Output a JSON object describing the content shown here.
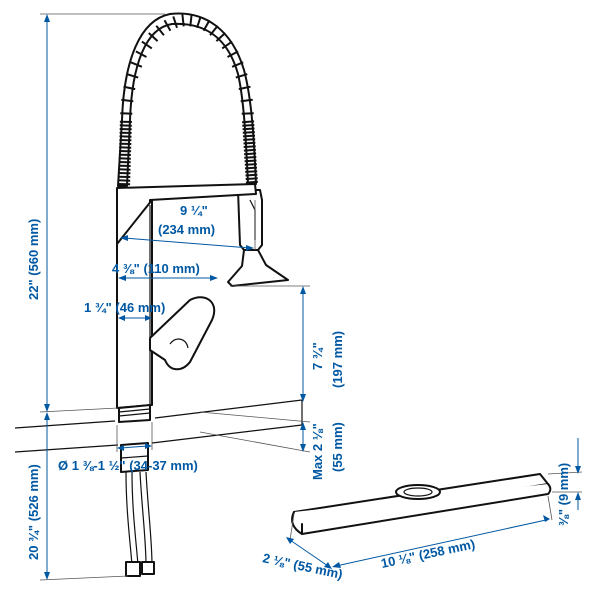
{
  "dimensions": {
    "total_height": "22\" (560 mm)",
    "reach_top": "9 ¼\"",
    "reach_top_mm": "(234 mm)",
    "spout_offset": "4 ⅜\" (110 mm)",
    "handle_offset": "1 ¾\" (46 mm)",
    "spout_clearance": "7 ¾\"",
    "spout_clearance_mm": "(197 mm)",
    "max_deck": "Max 2 ⅛\"",
    "max_deck_mm": "(55 mm)",
    "hole_diameter": "Ø 1 ⅜-1 ½\" (34-37 mm)",
    "below_deck": "20 ¾\" (526 mm)",
    "plate_thickness": "⅜\" (9 mm)",
    "plate_depth": "2 ⅛\" (55 mm)",
    "plate_length": "10 ⅛\" (258 mm)"
  },
  "colors": {
    "dimension": "#0058a3",
    "outline": "#111111"
  }
}
